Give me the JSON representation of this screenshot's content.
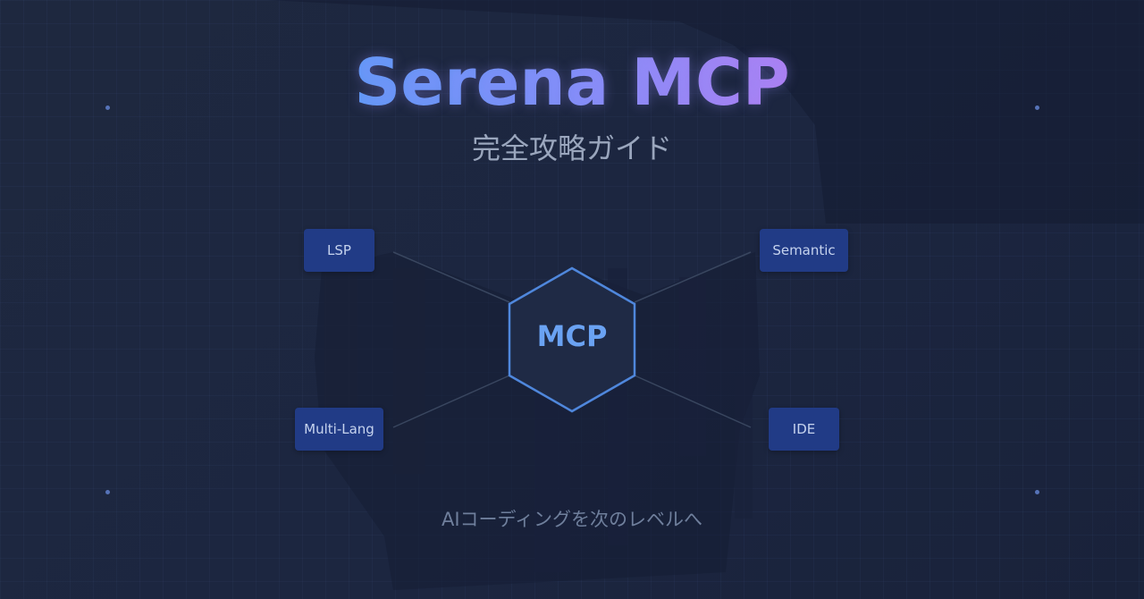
{
  "title": "Serena MCP",
  "subtitle": "完全攻略ガイド",
  "tagline": "AIコーディングを次のレベルへ",
  "diagram": {
    "hub_label": "MCP",
    "nodes": {
      "lsp": "LSP",
      "semantic": "Semantic",
      "multi_lang": "Multi-Lang",
      "ide": "IDE"
    }
  },
  "colors": {
    "background": "#1e283f",
    "title_gradient_start": "#5b9af5",
    "title_gradient_end": "#b07ef0",
    "node_fill": "#213b86",
    "hex_stroke": "#4f87dc",
    "hub_text": "#6aa2f2"
  }
}
